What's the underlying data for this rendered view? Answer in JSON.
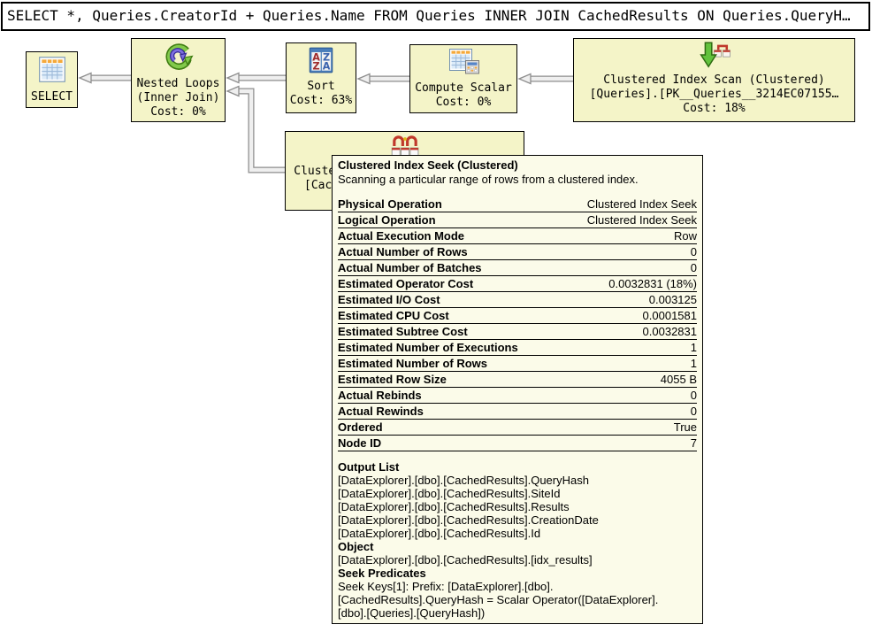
{
  "colors": {
    "node_bg": "#f4f4c8",
    "tooltip_bg": "#fbfbe9",
    "node_border": "#000000",
    "connector_outline": "#8e8e8e",
    "connector_fill": "#efefef",
    "scan_arrow_green": "#62c23c",
    "seek_red": "#c0392b",
    "sort_letter_red": "#a02c2c",
    "sort_letter_blue": "#3a62ae",
    "table_header_orange": "#f5a93a"
  },
  "query_bar": {
    "text": "SELECT *, Queries.CreatorId + Queries.Name FROM Queries INNER JOIN CachedResults ON Queries.QueryH…"
  },
  "nodes": {
    "select": {
      "lines": [
        "SELECT"
      ]
    },
    "nested_loops": {
      "lines": [
        "Nested Loops",
        "(Inner Join)",
        "Cost: 0%"
      ]
    },
    "sort": {
      "lines": [
        "Sort",
        "Cost: 63%"
      ]
    },
    "compute_scalar": {
      "lines": [
        "Compute Scalar",
        "Cost: 0%"
      ]
    },
    "index_scan": {
      "lines": [
        "Clustered Index Scan (Clustered)",
        "[Queries].[PK__Queries__3214EC07155…",
        "Cost: 18%"
      ]
    },
    "index_seek": {
      "lines": [
        "Clustered Index Seek (Clustered)",
        "[CachedResults].[idx_results]",
        "Cost: 18%"
      ]
    }
  },
  "tooltip": {
    "title": "Clustered Index Seek (Clustered)",
    "description": "Scanning a particular range of rows from a clustered index.",
    "rows": [
      {
        "label": "Physical Operation",
        "value": "Clustered Index Seek"
      },
      {
        "label": "Logical Operation",
        "value": "Clustered Index Seek"
      },
      {
        "label": "Actual Execution Mode",
        "value": "Row"
      },
      {
        "label": "Actual Number of Rows",
        "value": "0"
      },
      {
        "label": "Actual Number of Batches",
        "value": "0"
      },
      {
        "label": "Estimated Operator Cost",
        "value": "0.0032831 (18%)"
      },
      {
        "label": "Estimated I/O Cost",
        "value": "0.003125"
      },
      {
        "label": "Estimated CPU Cost",
        "value": "0.0001581"
      },
      {
        "label": "Estimated Subtree Cost",
        "value": "0.0032831"
      },
      {
        "label": "Estimated Number of Executions",
        "value": "1"
      },
      {
        "label": "Estimated Number of Rows",
        "value": "1"
      },
      {
        "label": "Estimated Row Size",
        "value": "4055 B"
      },
      {
        "label": "Actual Rebinds",
        "value": "0"
      },
      {
        "label": "Actual Rewinds",
        "value": "0"
      },
      {
        "label": "Ordered",
        "value": "True"
      },
      {
        "label": "Node ID",
        "value": "7"
      }
    ],
    "output_list": {
      "heading": "Output List",
      "lines": [
        "[DataExplorer].[dbo].[CachedResults].QueryHash",
        "[DataExplorer].[dbo].[CachedResults].SiteId",
        "[DataExplorer].[dbo].[CachedResults].Results",
        "[DataExplorer].[dbo].[CachedResults].CreationDate",
        "[DataExplorer].[dbo].[CachedResults].Id"
      ]
    },
    "object": {
      "heading": "Object",
      "lines": [
        "[DataExplorer].[dbo].[CachedResults].[idx_results]"
      ]
    },
    "seek_predicates": {
      "heading": "Seek Predicates",
      "lines": [
        "Seek Keys[1]: Prefix: [DataExplorer].[dbo].",
        "[CachedResults].QueryHash = Scalar Operator([DataExplorer].",
        "[dbo].[Queries].[QueryHash])"
      ]
    }
  }
}
